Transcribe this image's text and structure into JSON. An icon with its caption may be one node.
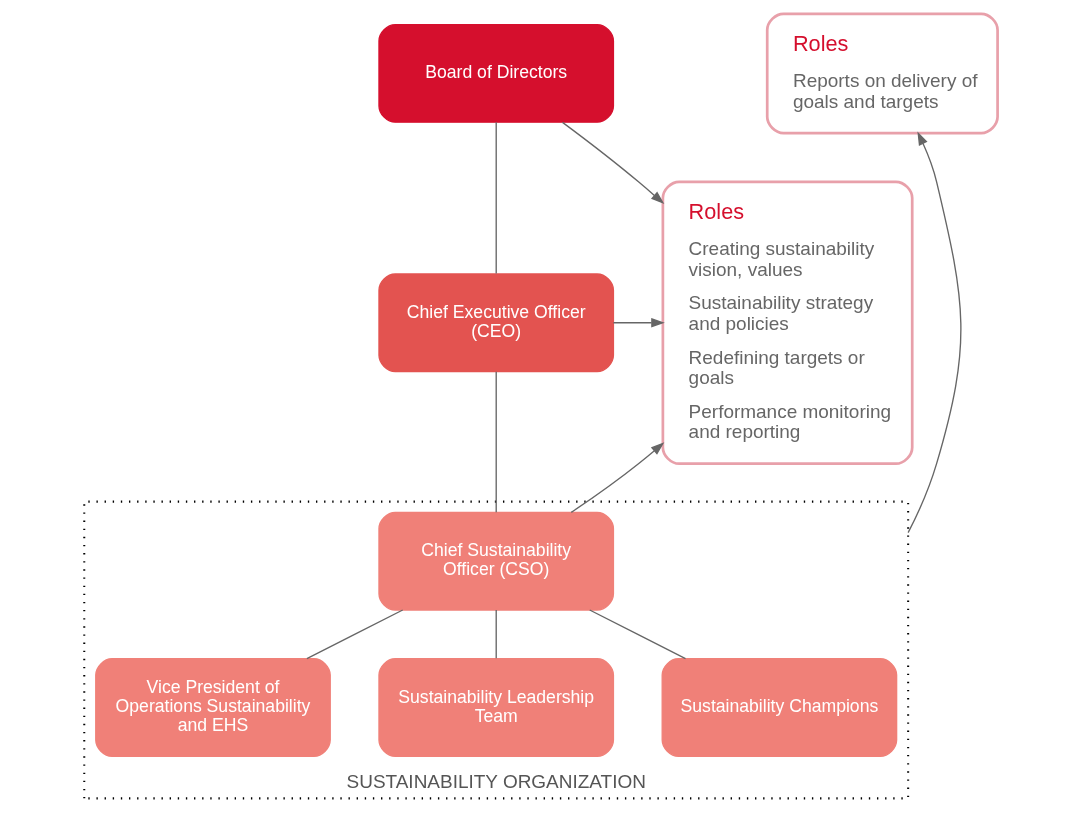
{
  "diagram": {
    "nodes": [
      {
        "text": [
          "Board of Directors"
        ]
      },
      {
        "text": [
          "Chief Executive Officer (CEO)"
        ]
      },
      {
        "text": [
          "SUSTAINABILITY ORGANIZATION"
        ]
      },
      {
        "text": [
          "Chief Sustainability Officer (CSO)"
        ],
        "in": 2
      },
      {
        "text": [
          "Vice President of Operations Sustainability and EHS"
        ],
        "in": 2
      },
      {
        "text": [
          "Sustainability Leadership Team"
        ],
        "in": 2
      },
      {
        "text": [
          "Sustainability Champions"
        ],
        "in": 2
      },
      {
        "text": [
          "Roles",
          "Creating sustainability vision, values",
          "Sustainability strategy and policies",
          "Redefining targets or goals",
          "Performance monitoring and reporting"
        ]
      },
      {
        "text": [
          "Roles",
          "Reports on delivery of goals and targets"
        ]
      }
    ],
    "edges": [
      {
        "from": 0,
        "to": 1,
        "arrow": "none"
      },
      {
        "from": 1,
        "to": 3,
        "arrow": "none"
      },
      {
        "from": 3,
        "to": 4,
        "arrow": "none"
      },
      {
        "from": 3,
        "to": 5,
        "arrow": "none"
      },
      {
        "from": 3,
        "to": 6,
        "arrow": "none"
      },
      {
        "from": 0,
        "to": 7,
        "arrow": "to"
      },
      {
        "from": 1,
        "to": 7,
        "arrow": "to"
      },
      {
        "from": 3,
        "to": 7,
        "arrow": "to"
      },
      {
        "from": 2,
        "to": 8,
        "arrow": "to"
      }
    ]
  }
}
